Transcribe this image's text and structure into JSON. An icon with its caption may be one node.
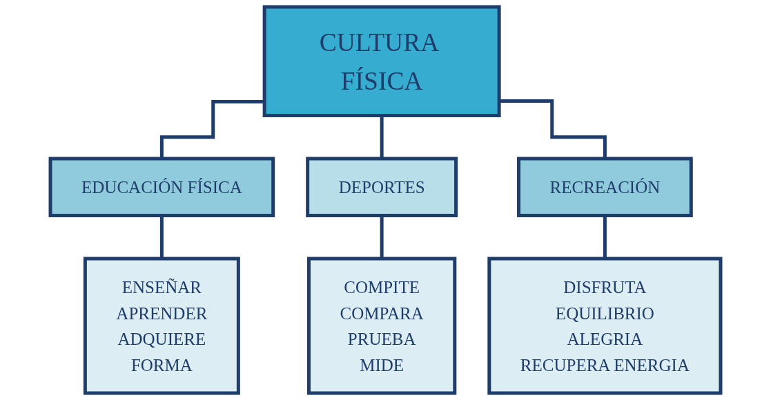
{
  "diagram": {
    "nodes": [
      {
        "text": [
          "CULTURA FÍSICA"
        ]
      },
      {
        "text": [
          "EDUCACIÓN FÍSICA"
        ]
      },
      {
        "text": [
          "DEPORTES"
        ]
      },
      {
        "text": [
          "RECREACIÓN"
        ]
      },
      {
        "text": [
          "ENSEÑAR",
          "APRENDER",
          "ADQUIERE",
          "FORMA"
        ]
      },
      {
        "text": [
          "COMPITE",
          "COMPARA",
          "PRUEBA",
          "MIDE"
        ]
      },
      {
        "text": [
          "DISFRUTA",
          "EQUILIBRIO",
          "ALEGRIA",
          "RECUPERA ENERGIA"
        ]
      }
    ],
    "edges": [
      {
        "from": 0,
        "to": 1,
        "arrow": "none"
      },
      {
        "from": 0,
        "to": 2,
        "arrow": "none"
      },
      {
        "from": 0,
        "to": 3,
        "arrow": "none"
      },
      {
        "from": 1,
        "to": 4,
        "arrow": "none"
      },
      {
        "from": 2,
        "to": 5,
        "arrow": "none"
      },
      {
        "from": 3,
        "to": 6,
        "arrow": "none"
      }
    ]
  }
}
